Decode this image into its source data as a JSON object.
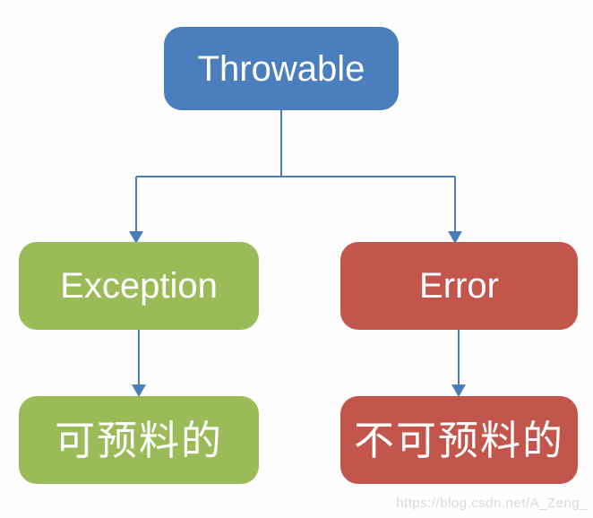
{
  "diagram": {
    "title_semantic": "Throwable hierarchy tree",
    "nodes": {
      "throwable": {
        "label": "Throwable"
      },
      "exception": {
        "label": "Exception"
      },
      "error": {
        "label": "Error"
      },
      "predictable": {
        "label": "可预料的"
      },
      "unpredictable": {
        "label": "不可预料的"
      }
    },
    "edges": [
      {
        "from": "throwable",
        "to": "exception"
      },
      {
        "from": "throwable",
        "to": "error"
      },
      {
        "from": "exception",
        "to": "predictable"
      },
      {
        "from": "error",
        "to": "unpredictable"
      }
    ],
    "colors": {
      "root_blue": "#4a7ebc",
      "exception_green": "#9bbb59",
      "error_red": "#c3564c",
      "connector_blue": "#4a7ebb",
      "text_white": "#ffffff",
      "background": "#fefefe"
    }
  },
  "watermark": {
    "text": "https://blog.csdn.net/A_Zeng_"
  }
}
